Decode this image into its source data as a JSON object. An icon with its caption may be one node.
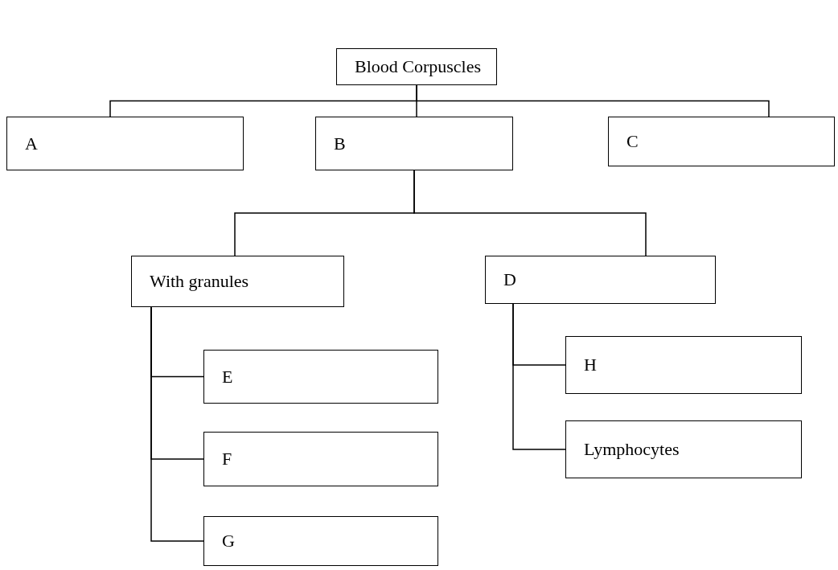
{
  "diagram": {
    "nodes": [
      {
        "text": [
          "Blood Corpuscles"
        ]
      },
      {
        "text": [
          "A"
        ]
      },
      {
        "text": [
          "B"
        ]
      },
      {
        "text": [
          "C"
        ]
      },
      {
        "text": [
          "With granules"
        ]
      },
      {
        "text": [
          "D"
        ]
      },
      {
        "text": [
          "E"
        ]
      },
      {
        "text": [
          "F"
        ]
      },
      {
        "text": [
          "G"
        ]
      },
      {
        "text": [
          "H"
        ]
      },
      {
        "text": [
          "Lymphocytes"
        ]
      }
    ],
    "edges": [
      {
        "from": 0,
        "to": 1,
        "arrow": "none"
      },
      {
        "from": 0,
        "to": 2,
        "arrow": "none"
      },
      {
        "from": 0,
        "to": 3,
        "arrow": "none"
      },
      {
        "from": 2,
        "to": 4,
        "arrow": "none"
      },
      {
        "from": 2,
        "to": 5,
        "arrow": "none"
      },
      {
        "from": 4,
        "to": 6,
        "arrow": "none"
      },
      {
        "from": 4,
        "to": 7,
        "arrow": "none"
      },
      {
        "from": 4,
        "to": 8,
        "arrow": "none"
      },
      {
        "from": 5,
        "to": 9,
        "arrow": "none"
      },
      {
        "from": 5,
        "to": 10,
        "arrow": "none"
      }
    ]
  }
}
